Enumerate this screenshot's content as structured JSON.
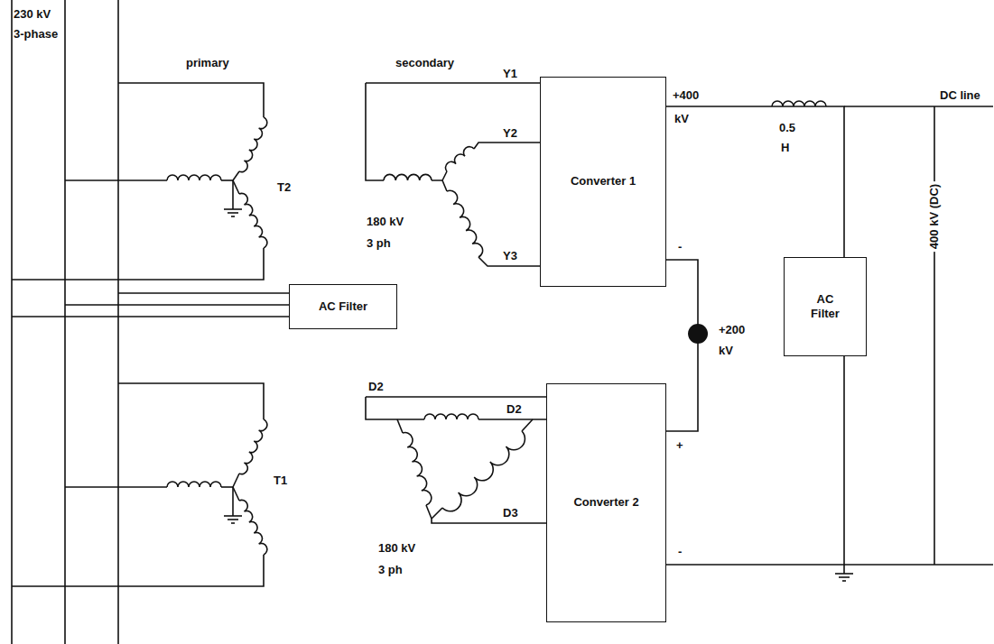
{
  "diagram": {
    "nodes": [
      {
        "text": [
          "Converter 1"
        ]
      },
      {
        "text": [
          "AC Filter"
        ]
      },
      {
        "text": [
          "AC Filter"
        ]
      },
      {
        "text": [
          "Converter 2"
        ]
      }
    ],
    "edges": [
      {
        "from": 0,
        "to": 3,
        "arrow": "none"
      },
      {
        "from": 0,
        "to": 2,
        "arrow": "none"
      },
      {
        "from": 3,
        "to": 2,
        "arrow": "none"
      }
    ],
    "labels": [
      "230 kV",
      "3-phase",
      "primary",
      "secondary",
      "Y1",
      "Y2",
      "+400",
      "kV",
      "DC line",
      "0.5",
      "H",
      "T2",
      "180 kV",
      "3 ph",
      "-",
      "Y3",
      "+200",
      "kV",
      "400 kV (DC)",
      "D2",
      "D2",
      "+",
      "T1",
      "D3",
      "180 kV",
      "3 ph",
      "-"
    ]
  }
}
